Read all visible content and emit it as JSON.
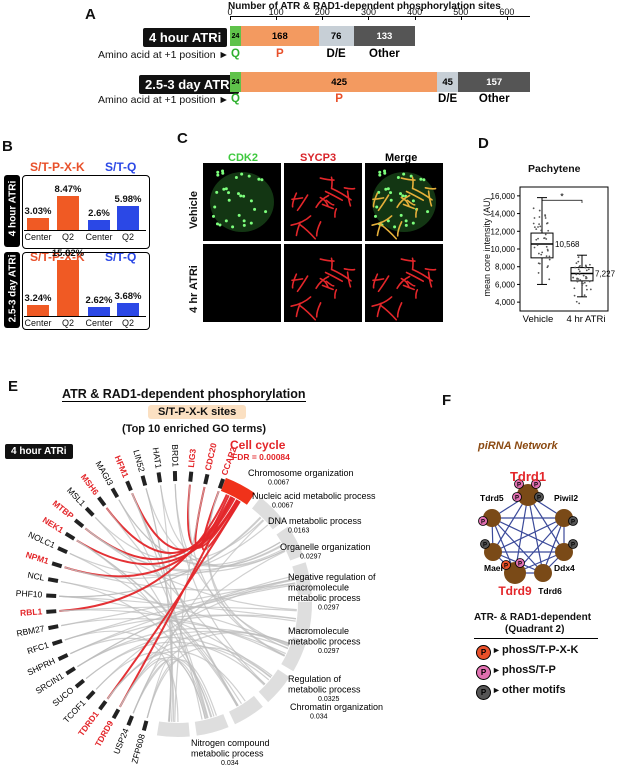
{
  "panels": {
    "A": "A",
    "B": "B",
    "C": "C",
    "D": "D",
    "E": "E",
    "F": "F"
  },
  "panelA": {
    "axis_title": "Number of ATR & RAD1-dependent phosphorylation sites",
    "ticks": [
      "0",
      "100",
      "200",
      "300",
      "400",
      "500",
      "600"
    ],
    "rows": [
      {
        "label": "4 hour ATRi",
        "segments": [
          {
            "name": "Q",
            "value": 24,
            "color": "#5fc24a"
          },
          {
            "name": "P",
            "value": 168,
            "color": "#f39a60"
          },
          {
            "name": "D/E",
            "value": 76,
            "color": "#c7cfd6"
          },
          {
            "name": "Other",
            "value": 133,
            "color": "#555555"
          }
        ],
        "caption": "Amino acid at +1 position"
      },
      {
        "label": "2.5-3 day ATRi",
        "segments": [
          {
            "name": "Q",
            "value": 24,
            "color": "#5fc24a"
          },
          {
            "name": "P",
            "value": 425,
            "color": "#f39a60"
          },
          {
            "name": "D/E",
            "value": 45,
            "color": "#c7cfd6"
          },
          {
            "name": "Other",
            "value": 157,
            "color": "#555555"
          }
        ],
        "caption": "Amino acid at +1 position"
      }
    ],
    "cat_labels": {
      "q": "Q",
      "p": "P",
      "de": "D/E",
      "other": "Other"
    }
  },
  "panelB": {
    "header_spk": "S/T-P-X-K",
    "header_sq": "S/T-Q",
    "groups": [
      {
        "row_label": "4 hour ATRi",
        "bars": [
          {
            "label": "Center",
            "value": "3.03%",
            "v": 3.03,
            "color": "#f05a24"
          },
          {
            "label": "Q2",
            "value": "8.47%",
            "v": 8.47,
            "color": "#f05a24"
          },
          {
            "label": "Center",
            "value": "2.6%",
            "v": 2.6,
            "color": "#2b48e6"
          },
          {
            "label": "Q2",
            "value": "5.98%",
            "v": 5.98,
            "color": "#2b48e6"
          }
        ]
      },
      {
        "row_label": "2.5-3 day ATRi",
        "bars": [
          {
            "label": "Center",
            "value": "3.24%",
            "v": 3.24,
            "color": "#f05a24"
          },
          {
            "label": "Q2",
            "value": "15.82%",
            "v": 15.82,
            "color": "#f05a24"
          },
          {
            "label": "Center",
            "value": "2.62%",
            "v": 2.62,
            "color": "#2b48e6"
          },
          {
            "label": "Q2",
            "value": "3.68%",
            "v": 3.68,
            "color": "#2b48e6"
          }
        ]
      }
    ]
  },
  "panelC": {
    "col_titles": [
      "CDK2",
      "SYCP3",
      "Merge"
    ],
    "row_titles": [
      "Vehicle",
      "4 hr ATRi"
    ]
  },
  "panelD": {
    "title": "Pachytene",
    "ylabel": "mean core intensity (AU)",
    "yticks": [
      "16,000",
      "14,000",
      "12,000",
      "10,000",
      "8,000",
      "6,000",
      "4,000"
    ],
    "categories": [
      "Vehicle",
      "4 hr ATRi"
    ],
    "medians": [
      "10,568",
      "7,227"
    ],
    "sig": "*"
  },
  "panelE": {
    "title": "ATR & RAD1-dependent phosphorylation",
    "subtitle": "S/T-P-X-K sites",
    "subtitle2": "(Top 10 enriched GO terms)",
    "tag": "4 hour ATRi",
    "main_term": "Cell cycle",
    "main_fdr": "FDR = 0.00084",
    "terms": [
      {
        "name": "Chromosome organization",
        "fdr": "0.0067"
      },
      {
        "name": "Nucleic acid metabolic process",
        "fdr": "0.0067"
      },
      {
        "name": "DNA metabolic process",
        "fdr": "0.0163"
      },
      {
        "name": "Organelle organization",
        "fdr": "0.0297"
      },
      {
        "name": "Negative regulation of macromolecule metabolic process",
        "fdr": "0.0297"
      },
      {
        "name": "Macromolecule metabolic process",
        "fdr": "0.0297"
      },
      {
        "name": "Regulation of metabolic process",
        "fdr": "0.0325"
      },
      {
        "name": "Chromatin organization",
        "fdr": "0.034"
      },
      {
        "name": "Nitrogen compound metabolic process",
        "fdr": "0.034"
      }
    ],
    "genes": [
      "CCAR2",
      "CDC20",
      "LIG3",
      "BRD1",
      "HAT1",
      "LIN52",
      "HFM1",
      "MAGI3",
      "MSH6",
      "MSL1",
      "MTBP",
      "NEK1",
      "NOLC1",
      "NPM1",
      "NCL",
      "PHF10",
      "RBL1",
      "RBM27",
      "RFC1",
      "SHPRH",
      "SRCIN1",
      "SUCO",
      "TCOF1",
      "TDRD1",
      "TDRD9",
      "USP24",
      "ZFP608"
    ],
    "highlight_genes": [
      "CCAR2",
      "CDC20",
      "LIG3",
      "HFM1",
      "MSH6",
      "MTBP",
      "NEK1",
      "NPM1",
      "RBL1",
      "TDRD1",
      "TDRD9"
    ]
  },
  "panelF": {
    "title": "piRNA Network",
    "nodes": [
      {
        "name": "Tdrd1",
        "big": true
      },
      {
        "name": "Tdrd5"
      },
      {
        "name": "Piwil2"
      },
      {
        "name": "Mael"
      },
      {
        "name": "Ddx4"
      },
      {
        "name": "Tdrd9",
        "big": true
      },
      {
        "name": "Tdrd6"
      }
    ],
    "legend_title": "ATR- & RAD1-dependent",
    "legend_sub": "(Quadrant 2)",
    "legend": [
      {
        "badge": "P",
        "label": "phosS/T-P-X-K",
        "color": "#e8502a"
      },
      {
        "badge": "P",
        "label": "phosS/T-P",
        "color": "#e070b0"
      },
      {
        "badge": "P",
        "label": "other motifs",
        "color": "#555555"
      }
    ]
  }
}
